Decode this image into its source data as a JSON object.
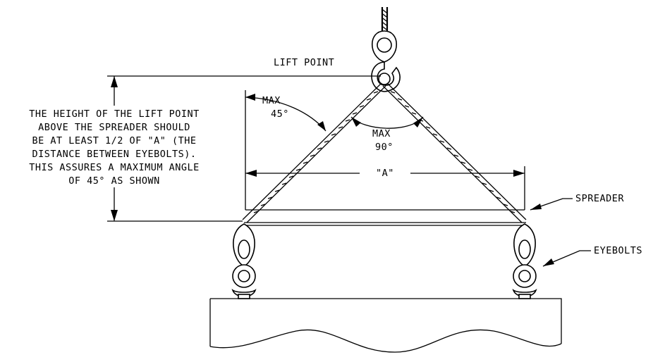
{
  "labels": {
    "lift_point": "LIFT POINT",
    "max45_line1": "MAX",
    "max45_line2": "45°",
    "max90_line1": "MAX",
    "max90_line2": "90°",
    "dim_a": "\"A\"",
    "spreader": "SPREADER",
    "eyebolts": "EYEBOLTS",
    "note_lines": [
      "THE HEIGHT OF THE LIFT POINT",
      "ABOVE THE SPREADER SHOULD",
      "BE AT LEAST 1/2 OF \"A\" (THE",
      "DISTANCE BETWEEN EYEBOLTS).",
      "THIS ASSURES A MAXIMUM ANGLE",
      "OF 45° AS SHOWN"
    ]
  }
}
